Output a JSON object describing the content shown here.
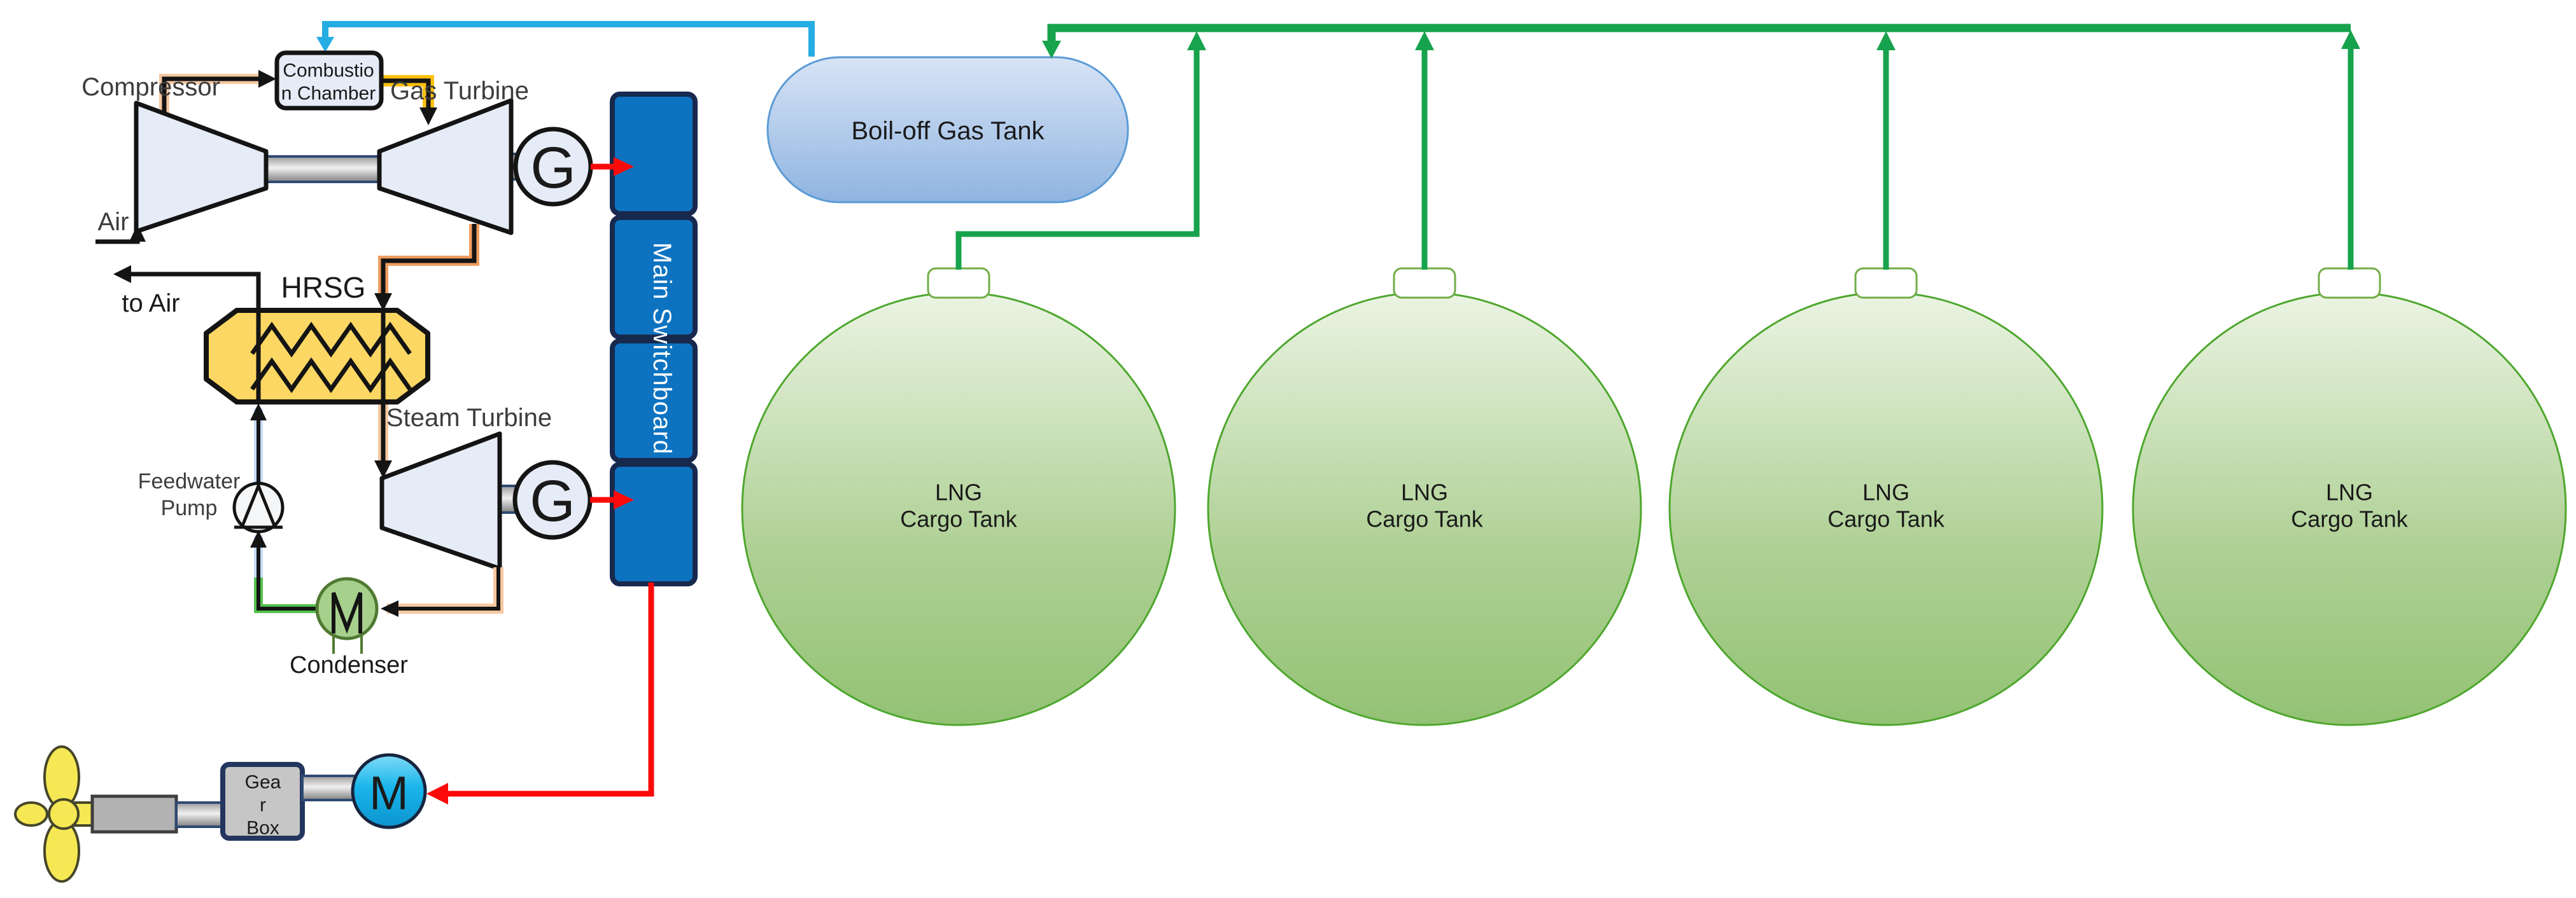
{
  "palette": {
    "line_red": "#fb0a0a",
    "line_green": "#17a34d",
    "line_blue": "#25ace3",
    "line_yellow": "#fec10d",
    "line_orange": "#ef9d5f",
    "line_peach": "#f6c8a2",
    "line_lightblue": "#c6dcf5",
    "line_condensate": "#55c14e",
    "equipment_fill": "#e6ecf7",
    "hrsg_fill": "#fdd763",
    "switchboard_fill": "#0d73c1",
    "switchboard_stroke": "#18294e",
    "condenser_fill": "#a6d08c",
    "condenser_stroke": "#4f7a32",
    "motor_fill": "#19b5ea",
    "propeller_fill": "#f6e854",
    "tank_top": "#ebf4e3",
    "tank_mid": "#aed094",
    "tank_bottom": "#93c274",
    "tank_stroke": "#4ea72e",
    "bog_top": "#d8e4f6",
    "bog_bottom": "#8fb4e0",
    "bog_stroke": "#5b9bd5"
  },
  "gas_cycle": {
    "compressor_label": "Compressor",
    "combustion_line1": "Combustio",
    "combustion_line2": "n Chamber",
    "gas_turbine_label": "Gas Turbine",
    "air_in_label": "Air",
    "generator_letter": "G"
  },
  "hrsg": {
    "label": "HRSG",
    "to_air_label": "to Air"
  },
  "steam_cycle": {
    "steam_turbine_label": "Steam Turbine",
    "generator_letter": "G",
    "feedwater_line1": "Feedwater",
    "feedwater_line2": "Pump",
    "condenser_label": "Condenser"
  },
  "switchboard": {
    "label": "Main Switchboard"
  },
  "bog_tank": {
    "label": "Boil-off Gas Tank"
  },
  "lng_tanks": [
    {
      "line1": "LNG",
      "line2": "Cargo Tank"
    },
    {
      "line1": "LNG",
      "line2": "Cargo Tank"
    },
    {
      "line1": "LNG",
      "line2": "Cargo Tank"
    },
    {
      "line1": "LNG",
      "line2": "Cargo Tank"
    }
  ],
  "propulsion": {
    "gearbox_line1": "Gea",
    "gearbox_line2": "r",
    "gearbox_line3": "Box",
    "motor_letter": "M"
  }
}
